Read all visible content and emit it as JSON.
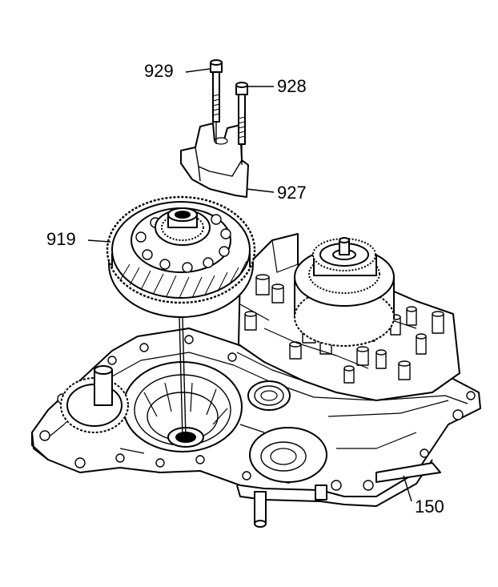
{
  "callouts": {
    "bolt_929": "929",
    "bolt_928": "928",
    "bracket_927": "927",
    "gear_919": "919",
    "case_150": "150"
  }
}
